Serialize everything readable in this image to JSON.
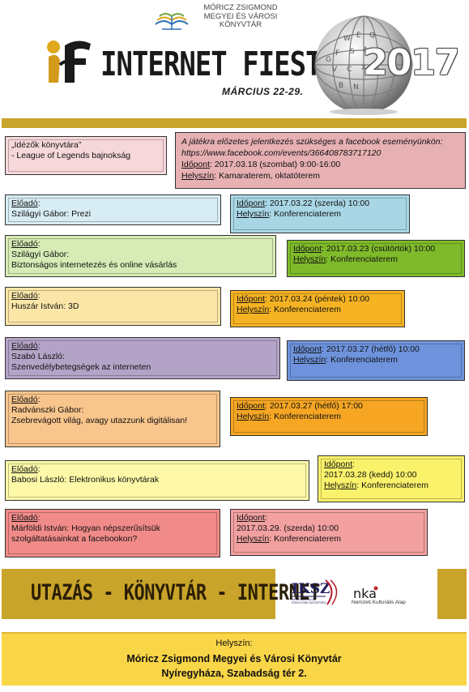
{
  "header": {
    "library_line1": "MÓRICZ ZSIGMOND",
    "library_line2": "MEGYEI ÉS VÁROSI",
    "library_line3": "KÖNYVTÁR",
    "title": "INTERNET FIESTA",
    "date": "MÁRCIUS 22-29.",
    "year": "2017"
  },
  "labels": {
    "eloado": "Előadó",
    "idopont": "Időpont",
    "helyszin": "Helyszín"
  },
  "intro": {
    "title": "„Idézők könyvtára”",
    "subtitle": "- League of Legends bajnokság",
    "note": "A játékra előzetes jelentkezés szükséges a facebook eseményünkön:",
    "url": "https://www.facebook.com/events/366408783717120",
    "time": "2017.03.18 (szombat) 9:00-16:00",
    "place": "Kamaraterem, oktatóterem"
  },
  "events": [
    {
      "presenter": "Szilágyi Gábor: Prezi",
      "topic": "",
      "time": "2017.03.22 (szerda) 10:00",
      "place": "Konferenciaterem"
    },
    {
      "presenter": "Szilágyi Gábor:",
      "topic": "Biztonságos internetezés és online vásárlás",
      "time": "2017.03.23 (csütörtök) 10:00",
      "place": "Konferenciaterem"
    },
    {
      "presenter": "Huszár István: 3D",
      "topic": "",
      "time": "2017.03.24 (péntek) 10:00",
      "place": "Konferenciaterem"
    },
    {
      "presenter": "Szabó László:",
      "topic": "Szenvedélybetegségek az interneten",
      "time": "2017.03.27 (hétfő) 10:00",
      "place": "Konferenciaterem"
    },
    {
      "presenter": "Radvánszki Gábor:",
      "topic": "Zsebrevágott világ, avagy utazzunk digitálisan!",
      "time": "2017.03.27 (hétfő) 17:00",
      "place": "Konferenciaterem"
    },
    {
      "presenter": "Babosi László: Elektronikus könyvtárak",
      "topic": "",
      "time": "2017.03.28 (kedd) 10:00",
      "place": "Konferenciaterem"
    },
    {
      "presenter": "Márföldi István: Hogyan népszerűsítsük",
      "topic": "szolgáltatásainkat a facebookon?",
      "time": "2017.03.29. (szerda) 10:00",
      "place": "Konferenciaterem"
    }
  ],
  "footer": {
    "slogan": "UTAZÁS - KÖNYVTÁR - INTERNET",
    "iksz": "IKSZ",
    "iksz_sub": "INFORMATIKAI ÉS KÖNYVTÁRI SZÖVETSÉG",
    "nka": "nka",
    "nka_sub": "Nemzeti Kulturális Alap",
    "venue_label": "Helyszín:",
    "venue_name": "Móricz Zsigmond Megyei és Városi Könyvtár",
    "venue_address": "Nyíregyháza, Szabadság tér 2."
  },
  "colors": {
    "gold": "#c9a42a",
    "venue_yellow": "#f9d548"
  }
}
